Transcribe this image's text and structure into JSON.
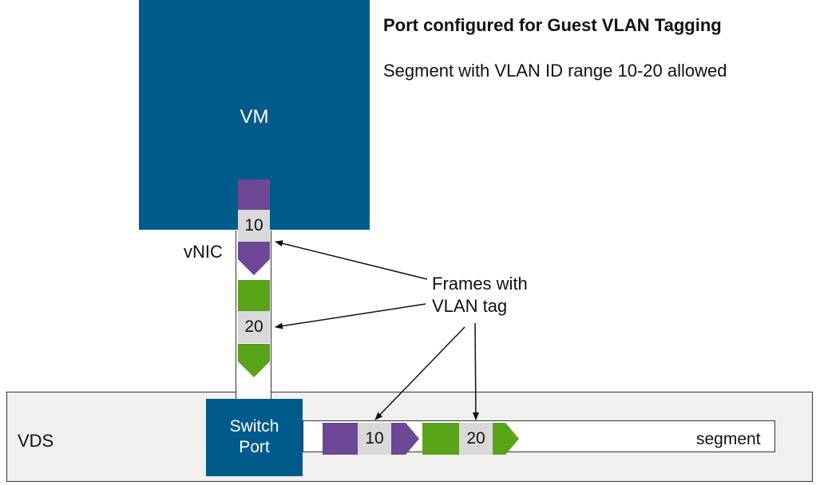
{
  "title": "Port configured for Guest VLAN Tagging",
  "subtitle": "Segment with VLAN ID range 10-20 allowed",
  "vm": {
    "label": "VM"
  },
  "vnic": {
    "label": "vNIC"
  },
  "vds": {
    "label": "VDS"
  },
  "switch_port": {
    "line1": "Switch",
    "line2": "Port"
  },
  "segment": {
    "label": "segment"
  },
  "frames": {
    "line1": "Frames with",
    "line2": "VLAN tag",
    "vlan_a": "10",
    "vlan_b": "20"
  },
  "colors": {
    "vm": "#005a8b",
    "vlan_10": "#6c4896",
    "vlan_20": "#58a318",
    "tag": "#d9d9d9",
    "vds": "#f1f0ef"
  }
}
